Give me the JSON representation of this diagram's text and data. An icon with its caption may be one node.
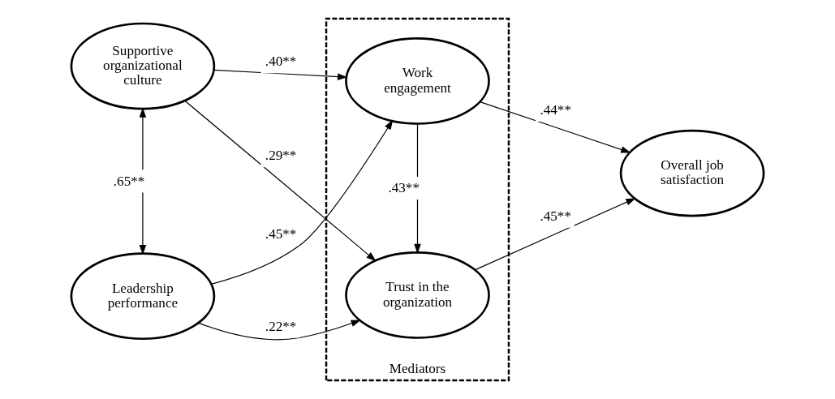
{
  "diagram": {
    "nodes": [
      {
        "text": [
          "Supportive organizational culture"
        ]
      },
      {
        "text": [
          "Leadership performance"
        ]
      },
      {
        "text": [
          "Mediators"
        ]
      },
      {
        "text": [
          "Work engagement"
        ],
        "in": 2
      },
      {
        "text": [
          "Trust in the organization"
        ],
        "in": 2
      },
      {
        "text": [
          "Overall job satisfaction"
        ]
      }
    ],
    "edges": [
      {
        "from": 0,
        "to": 1,
        "arrow": "both",
        "label": ".65**"
      },
      {
        "from": 0,
        "to": 3,
        "arrow": "to",
        "label": ".40**"
      },
      {
        "from": 0,
        "to": 4,
        "arrow": "to",
        "label": ".29**"
      },
      {
        "from": 1,
        "to": 3,
        "arrow": "to",
        "label": ".45**"
      },
      {
        "from": 1,
        "to": 4,
        "arrow": "to",
        "label": ".22**"
      },
      {
        "from": 3,
        "to": 4,
        "arrow": "to",
        "label": ".43**"
      },
      {
        "from": 3,
        "to": 5,
        "arrow": "to",
        "label": ".44**"
      },
      {
        "from": 4,
        "to": 5,
        "arrow": "to",
        "label": ".45**"
      }
    ]
  }
}
